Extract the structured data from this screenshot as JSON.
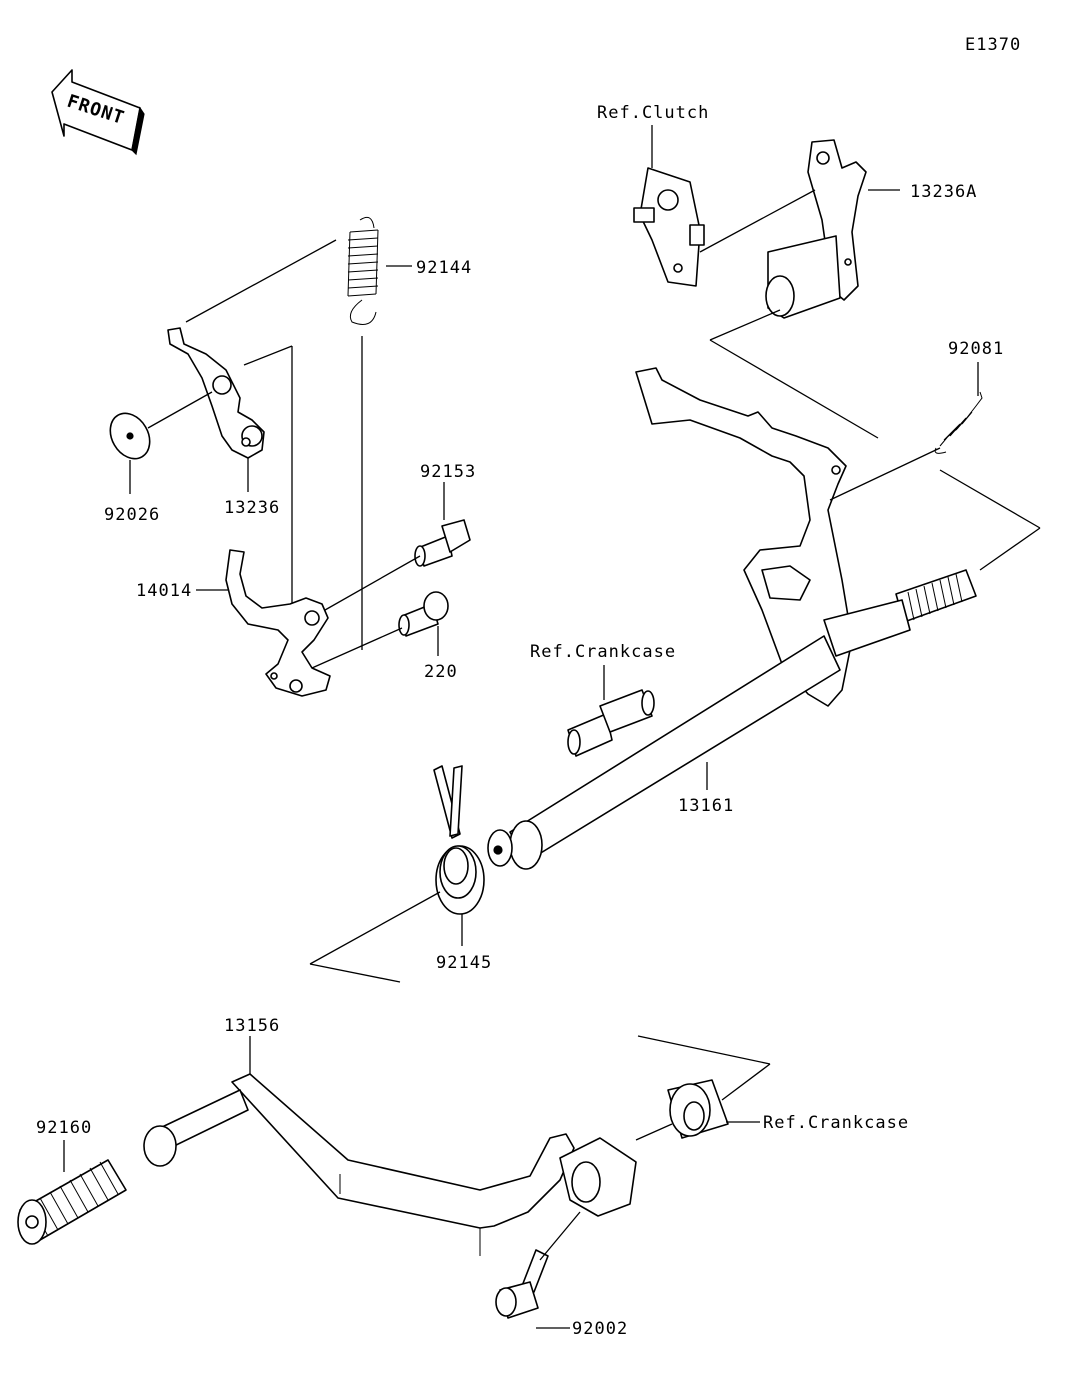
{
  "diagram_code": "E1370",
  "front_arrow_label": "FRONT",
  "callouts": {
    "ref_clutch": "Ref.Clutch",
    "p13236A": "13236A",
    "p92144": "92144",
    "p92081": "92081",
    "p92026": "92026",
    "p13236": "13236",
    "p92153": "92153",
    "p14014": "14014",
    "p220": "220",
    "ref_crankcase_upper": "Ref.Crankcase",
    "p13161": "13161",
    "p92145": "92145",
    "p13156": "13156",
    "p92160": "92160",
    "ref_crankcase_lower": "Ref.Crankcase",
    "p92002": "92002"
  }
}
